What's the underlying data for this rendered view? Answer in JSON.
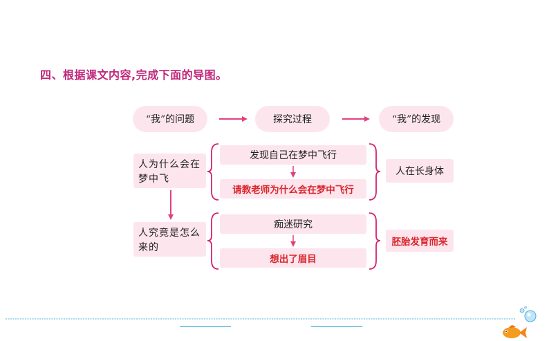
{
  "heading": "四、根据课文内容,完成下面的导图。",
  "flow": {
    "question_label": "“我”的问题",
    "process_label": "探究过程",
    "discovery_label": "“我”的发现"
  },
  "group1": {
    "question": "人为什么会在梦中飞",
    "step1": "发现自己在梦中飞行",
    "step2": "请教老师为什么会在梦中飞行",
    "result": "人在长身体"
  },
  "group2": {
    "question": "人究竟是怎么来的",
    "step1": "痴迷研究",
    "step2": "想出了眉目",
    "result": "胚胎发育而来"
  },
  "colors": {
    "accent": "#c0267a",
    "box_fill": "#fde5ee",
    "answer_text": "#d9262b",
    "arrow": "#e0407f",
    "bottom_line": "#48b4d9"
  },
  "icons": {
    "right_arrow": "right-arrow-icon",
    "down_arrow": "down-arrow-icon",
    "brace": "brace-icon",
    "decoration": "fish-icon"
  }
}
